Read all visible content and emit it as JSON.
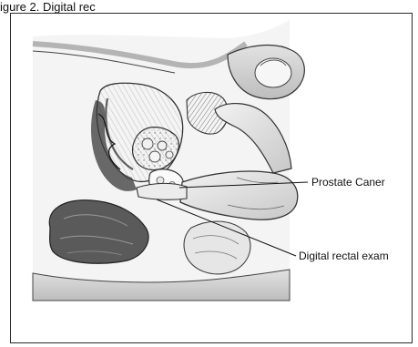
{
  "caption": "igure 2. Digital rec",
  "labels": {
    "prostate": "Prostate Caner",
    "dre": "Digital rectal exam"
  }
}
